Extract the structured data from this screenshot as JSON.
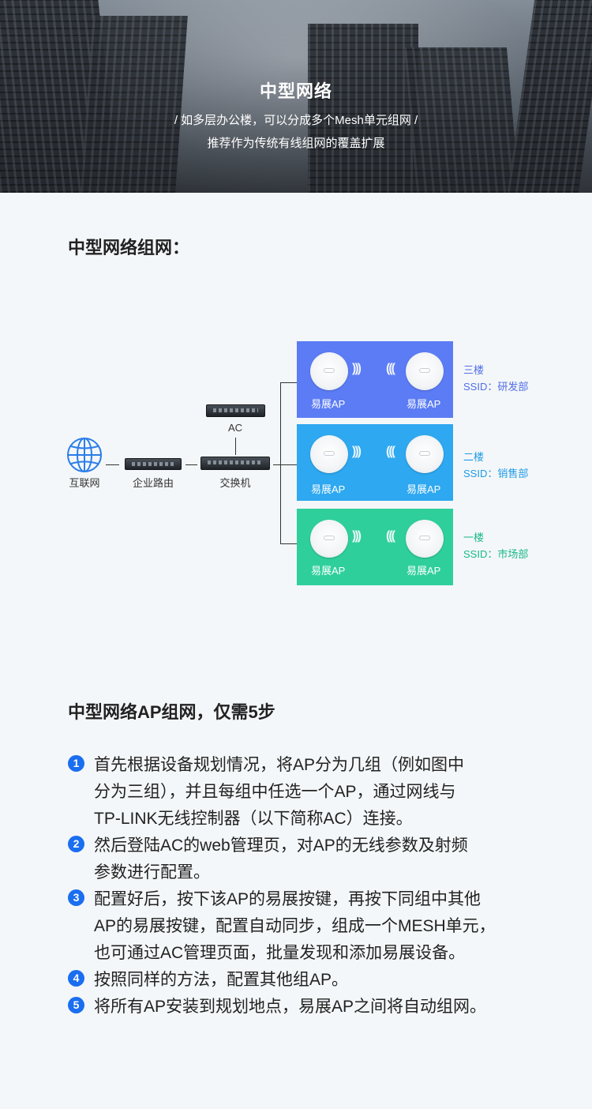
{
  "hero": {
    "title": "中型网络",
    "subtitle_line1": "/ 如多层办公楼，可以分成多个Mesh单元组网 /",
    "subtitle_line2": "推荐作为传统有线组网的覆盖扩展"
  },
  "diagram_section": {
    "title": "中型网络组网："
  },
  "diagram": {
    "devices": {
      "internet": "互联网",
      "router": "企业路由",
      "switch": "交换机",
      "ac": "AC"
    },
    "ap_label": "易展AP",
    "floors": [
      {
        "name": "三楼",
        "ssid": "SSID：研发部",
        "color": "#5b7cf5",
        "text_color": "#4f6ee8"
      },
      {
        "name": "二楼",
        "ssid": "SSID：销售部",
        "color": "#2ea8f0",
        "text_color": "#1f9be6"
      },
      {
        "name": "一楼",
        "ssid": "SSID：市场部",
        "color": "#2fcf9c",
        "text_color": "#19b887"
      }
    ]
  },
  "steps_section": {
    "title": "中型网络AP组网，仅需5步"
  },
  "steps": [
    {
      "num": "1",
      "lines": [
        "首先根据设备规划情况，将AP分为几组（例如图中",
        "分为三组），并且每组中任选一个AP，通过网线与",
        "TP-LINK无线控制器（以下简称AC）连接。"
      ]
    },
    {
      "num": "2",
      "lines": [
        "然后登陆AC的web管理页，对AP的无线参数及射频",
        "参数进行配置。"
      ]
    },
    {
      "num": "3",
      "lines": [
        "配置好后，按下该AP的易展按键，再按下同组中其他",
        "AP的易展按键，配置自动同步，组成一个MESH单元，",
        "也可通过AC管理页面，批量发现和添加易展设备。"
      ]
    },
    {
      "num": "4",
      "lines": [
        "按照同样的方法，配置其他组AP。"
      ]
    },
    {
      "num": "5",
      "lines": [
        "将所有AP安装到规划地点，易展AP之间将自动组网。"
      ]
    }
  ]
}
